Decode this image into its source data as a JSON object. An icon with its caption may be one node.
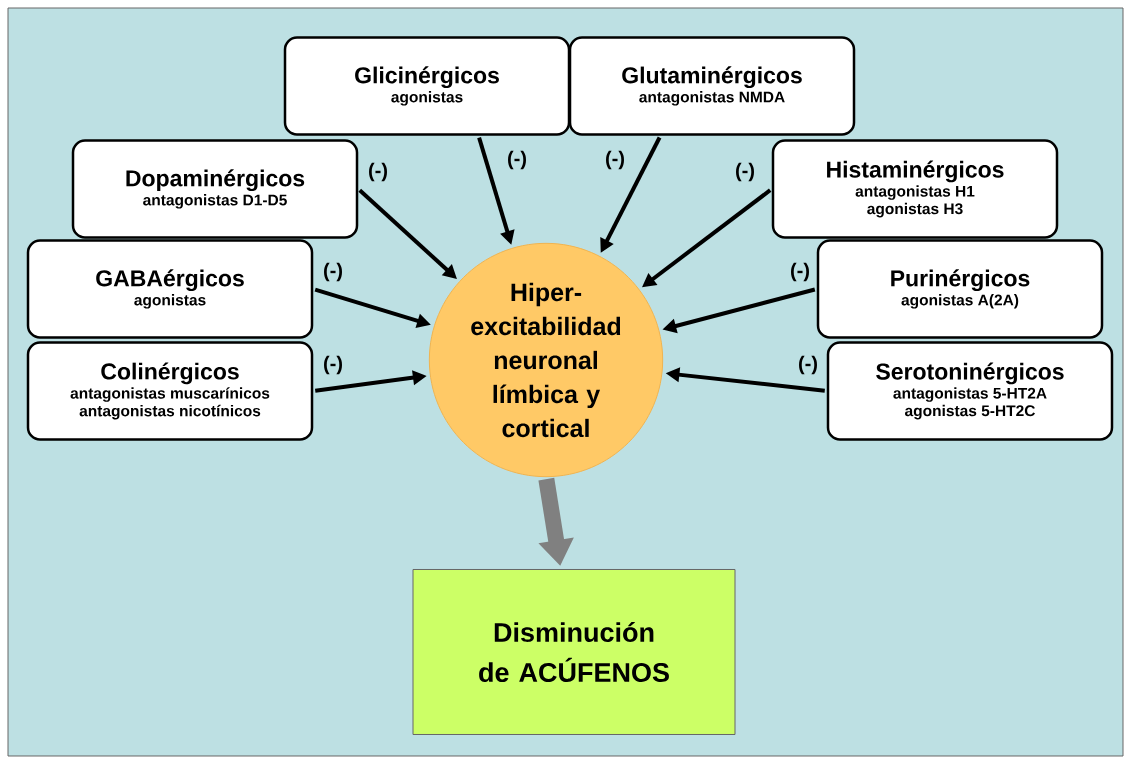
{
  "diagram": {
    "nodes": [
      {
        "text": [
          "Glicinérgicos",
          "agonistas"
        ]
      },
      {
        "text": [
          "Glutaminérgicos",
          "antagonistas NMDA"
        ]
      },
      {
        "text": [
          "Dopaminérgicos",
          "antagonistas D1-D5"
        ]
      },
      {
        "text": [
          "Histaminérgicos",
          "antagonistas H1",
          "agonistas H3"
        ]
      },
      {
        "text": [
          "GABAérgicos",
          "agonistas"
        ]
      },
      {
        "text": [
          "Purinérgicos",
          "agonistas A(2A)"
        ]
      },
      {
        "text": [
          "Colinérgicos",
          "antagonistas muscarínicos",
          "antagonistas nicotínicos"
        ]
      },
      {
        "text": [
          "Serotoninérgicos",
          "antagonistas 5-HT2A",
          "agonistas 5-HT2C"
        ]
      },
      {
        "text": [
          "Hiper-excitabilidad neuronal límbica y cortical"
        ]
      },
      {
        "text": [
          "Disminución de ACÚFENOS"
        ]
      }
    ],
    "edges": [
      {
        "from": 0,
        "to": 8,
        "arrow": "to",
        "label": "(-)"
      },
      {
        "from": 1,
        "to": 8,
        "arrow": "to",
        "label": "(-)"
      },
      {
        "from": 2,
        "to": 8,
        "arrow": "to",
        "label": "(-)"
      },
      {
        "from": 3,
        "to": 8,
        "arrow": "to",
        "label": "(-)"
      },
      {
        "from": 4,
        "to": 8,
        "arrow": "to",
        "label": "(-)"
      },
      {
        "from": 5,
        "to": 8,
        "arrow": "to",
        "label": "(-)"
      },
      {
        "from": 6,
        "to": 8,
        "arrow": "to",
        "label": "(-)"
      },
      {
        "from": 7,
        "to": 8,
        "arrow": "to",
        "label": "(-)"
      },
      {
        "from": 8,
        "to": 9,
        "arrow": "to",
        "style": "thick",
        "color": "#808080"
      }
    ]
  }
}
